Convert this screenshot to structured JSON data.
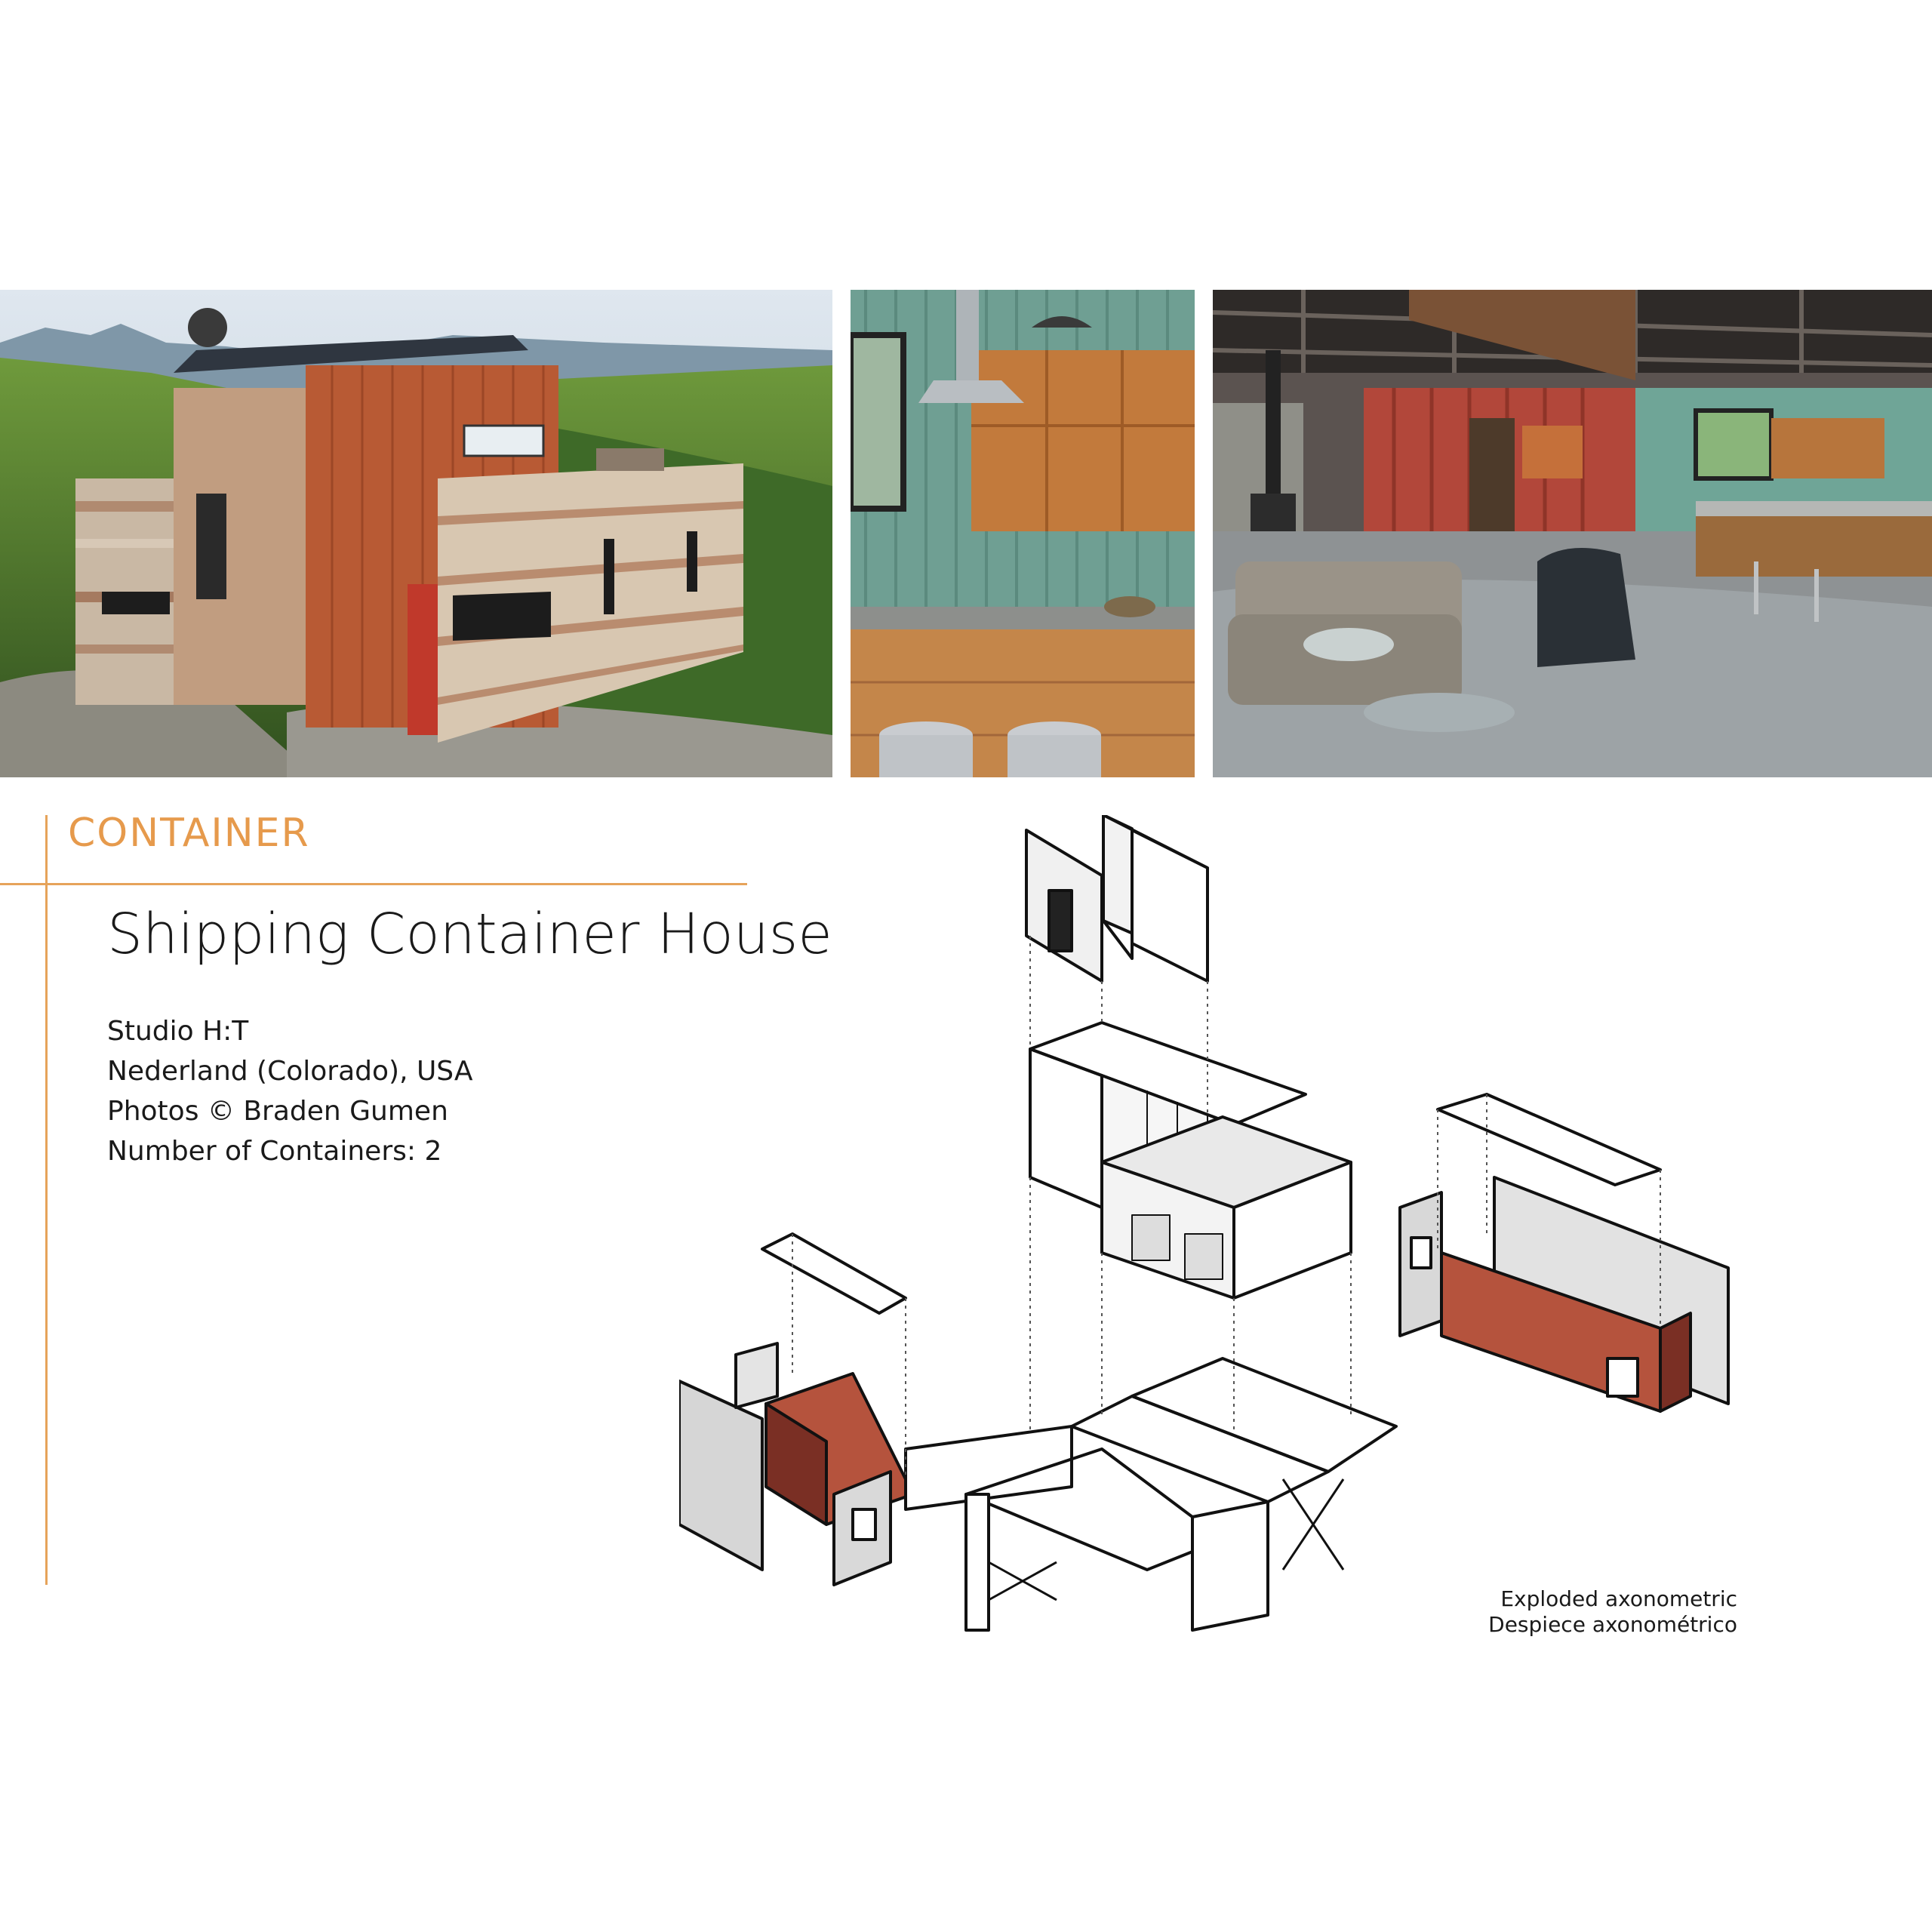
{
  "section": {
    "category": "CONTAINER"
  },
  "project": {
    "title": "Shipping Container House",
    "architect": "Studio H:T",
    "location": "Nederland (Colorado), USA",
    "photos_credit": "Photos © Braden Gumen",
    "containers": "Number of Containers: 2"
  },
  "diagram": {
    "caption_en": "Exploded axonometric",
    "caption_es": "Despiece axonométrico"
  },
  "colors": {
    "accent": "#e69a4c",
    "container_red": "#b5533d"
  }
}
